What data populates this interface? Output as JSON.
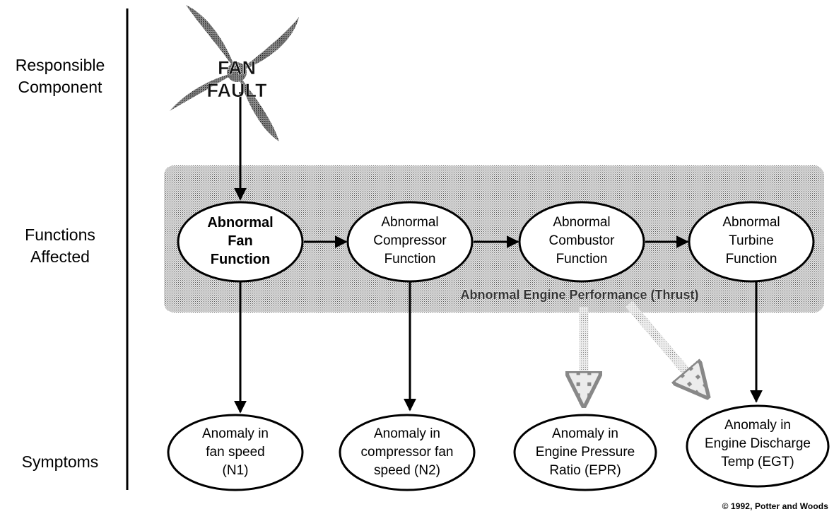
{
  "rows": {
    "responsible": "Responsible\nComponent",
    "functions": "Functions\nAffected",
    "symptoms": "Symptoms"
  },
  "fault": {
    "label": "FAN\nFAULT"
  },
  "group_label": "Abnormal Engine Performance (Thrust)",
  "functions": [
    {
      "label": "Abnormal\nFan\nFunction",
      "bold": true
    },
    {
      "label": "Abnormal\nCompressor\nFunction",
      "bold": false
    },
    {
      "label": "Abnormal\nCombustor\nFunction",
      "bold": false
    },
    {
      "label": "Abnormal\nTurbine\nFunction",
      "bold": false
    }
  ],
  "symptoms": [
    {
      "label": "Anomaly in\nfan speed\n(N1)"
    },
    {
      "label": "Anomaly in\ncompressor fan\nspeed (N2)"
    },
    {
      "label": "Anomaly in\nEngine Pressure\nRatio (EPR)"
    },
    {
      "label": "Anomaly in\nEngine Discharge\nTemp (EGT)"
    }
  ],
  "copyright": "© 1992, Potter and Woods"
}
